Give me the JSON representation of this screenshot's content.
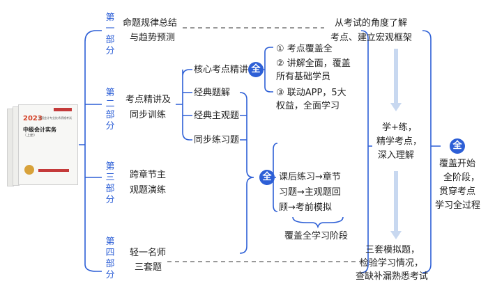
{
  "book": {
    "year": "2023",
    "series": "全国会计专业技术资格考试",
    "title": "中级会计实务",
    "volume": "（上册）"
  },
  "parts": [
    {
      "label": "第一部分",
      "content": "命题规律总结与趋势预测",
      "line1": "命题规律总结",
      "line2": "与趋势预测"
    },
    {
      "label": "第二部分",
      "content": "考点精讲及同步训练",
      "line1": "考点精讲及",
      "line2": "同步训练"
    },
    {
      "label": "第三部分",
      "content": "跨章节主观题演练",
      "line1": "跨章节主",
      "line2": "观题演练"
    },
    {
      "label": "第四部分",
      "content": "轻一名师三套题",
      "line1": "轻一名师",
      "line2": "三套题"
    }
  ],
  "part2_items": [
    "核心考点精讲",
    "经典题解",
    "经典主观题",
    "同步练习题"
  ],
  "badge": "全",
  "core_features": [
    "① 考点覆盖全",
    "② 讲解全面，覆盖",
    "所有基础学员",
    "③ 联动APP，5大",
    "权益，全面学习"
  ],
  "practice_flow": [
    "课后练习→章节",
    "习题→主观题回",
    "顾→考前模拟"
  ],
  "practice_note": "覆盖全学习阶段",
  "right_top": [
    "从考试的角度了解",
    "考点、建立宏观框架"
  ],
  "right_middle": [
    "学+练，",
    "精学考点，",
    "深入理解"
  ],
  "right_bottom": [
    "三套模拟题，",
    "检验学习情况，",
    "查缺补漏熟悉考试"
  ],
  "summary": [
    "覆盖开始",
    "全阶段，",
    "贯穿考点",
    "学习全过程"
  ],
  "colors": {
    "accent": "#2d5fd6",
    "arrow": "#c8d8f0",
    "text": "#222222"
  }
}
